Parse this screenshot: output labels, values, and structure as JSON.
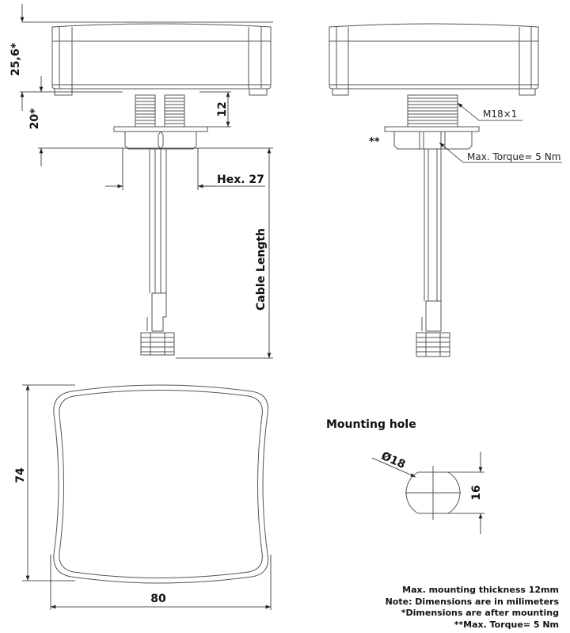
{
  "dimensions": {
    "height_top": "25,6*",
    "height_mount": "20*",
    "thread_length": "12",
    "hex": "Hex. 27",
    "cable_length": "Cable Length",
    "thread_spec": "M18×1",
    "torque_label": "Max. Torque= 5 Nm",
    "torque_marker": "**",
    "width": "80",
    "depth": "74"
  },
  "mounting_hole": {
    "title": "Mounting hole",
    "diameter": "Ø18",
    "flat": "16"
  },
  "notes": [
    "Max. mounting thickness 12mm",
    "Note: Dimensions are in milimeters",
    "*Dimensions are after mounting",
    "**Max. Torque= 5 Nm"
  ]
}
